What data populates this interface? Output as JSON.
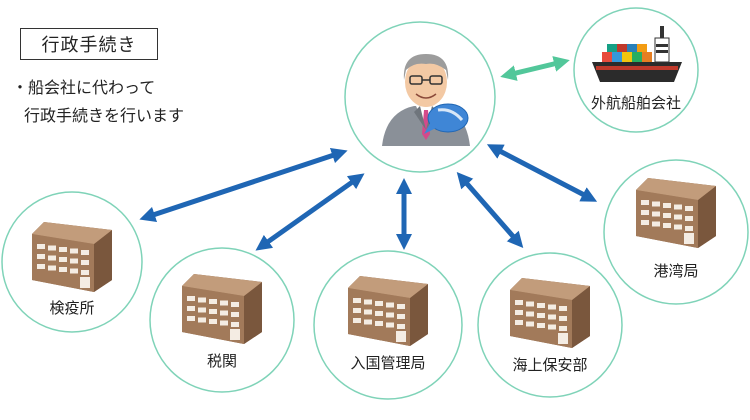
{
  "header": {
    "title": "行政手続き",
    "bullet": "・",
    "description_line1": "船会社に代わって",
    "description_line2": "行政手続きを行います"
  },
  "center": {
    "icon": "businessman-with-speech-bubble-icon"
  },
  "shipping_company": {
    "label": "外航船舶会社",
    "icon": "container-ship-icon"
  },
  "offices": [
    {
      "id": "quarantine",
      "label": "検疫所",
      "icon": "office-building-icon"
    },
    {
      "id": "customs",
      "label": "税関",
      "icon": "office-building-icon"
    },
    {
      "id": "immigration",
      "label": "入国管理局",
      "icon": "office-building-icon"
    },
    {
      "id": "coast-guard",
      "label": "海上保安部",
      "icon": "office-building-icon"
    },
    {
      "id": "port-bureau",
      "label": "港湾局",
      "icon": "office-building-icon"
    }
  ],
  "colors": {
    "circle_border": "#7fd3b8",
    "arrow_blue": "#1f66b4",
    "arrow_green": "#52c79a",
    "building": "#a27a5a",
    "ship_hull": "#2b2b2b"
  }
}
